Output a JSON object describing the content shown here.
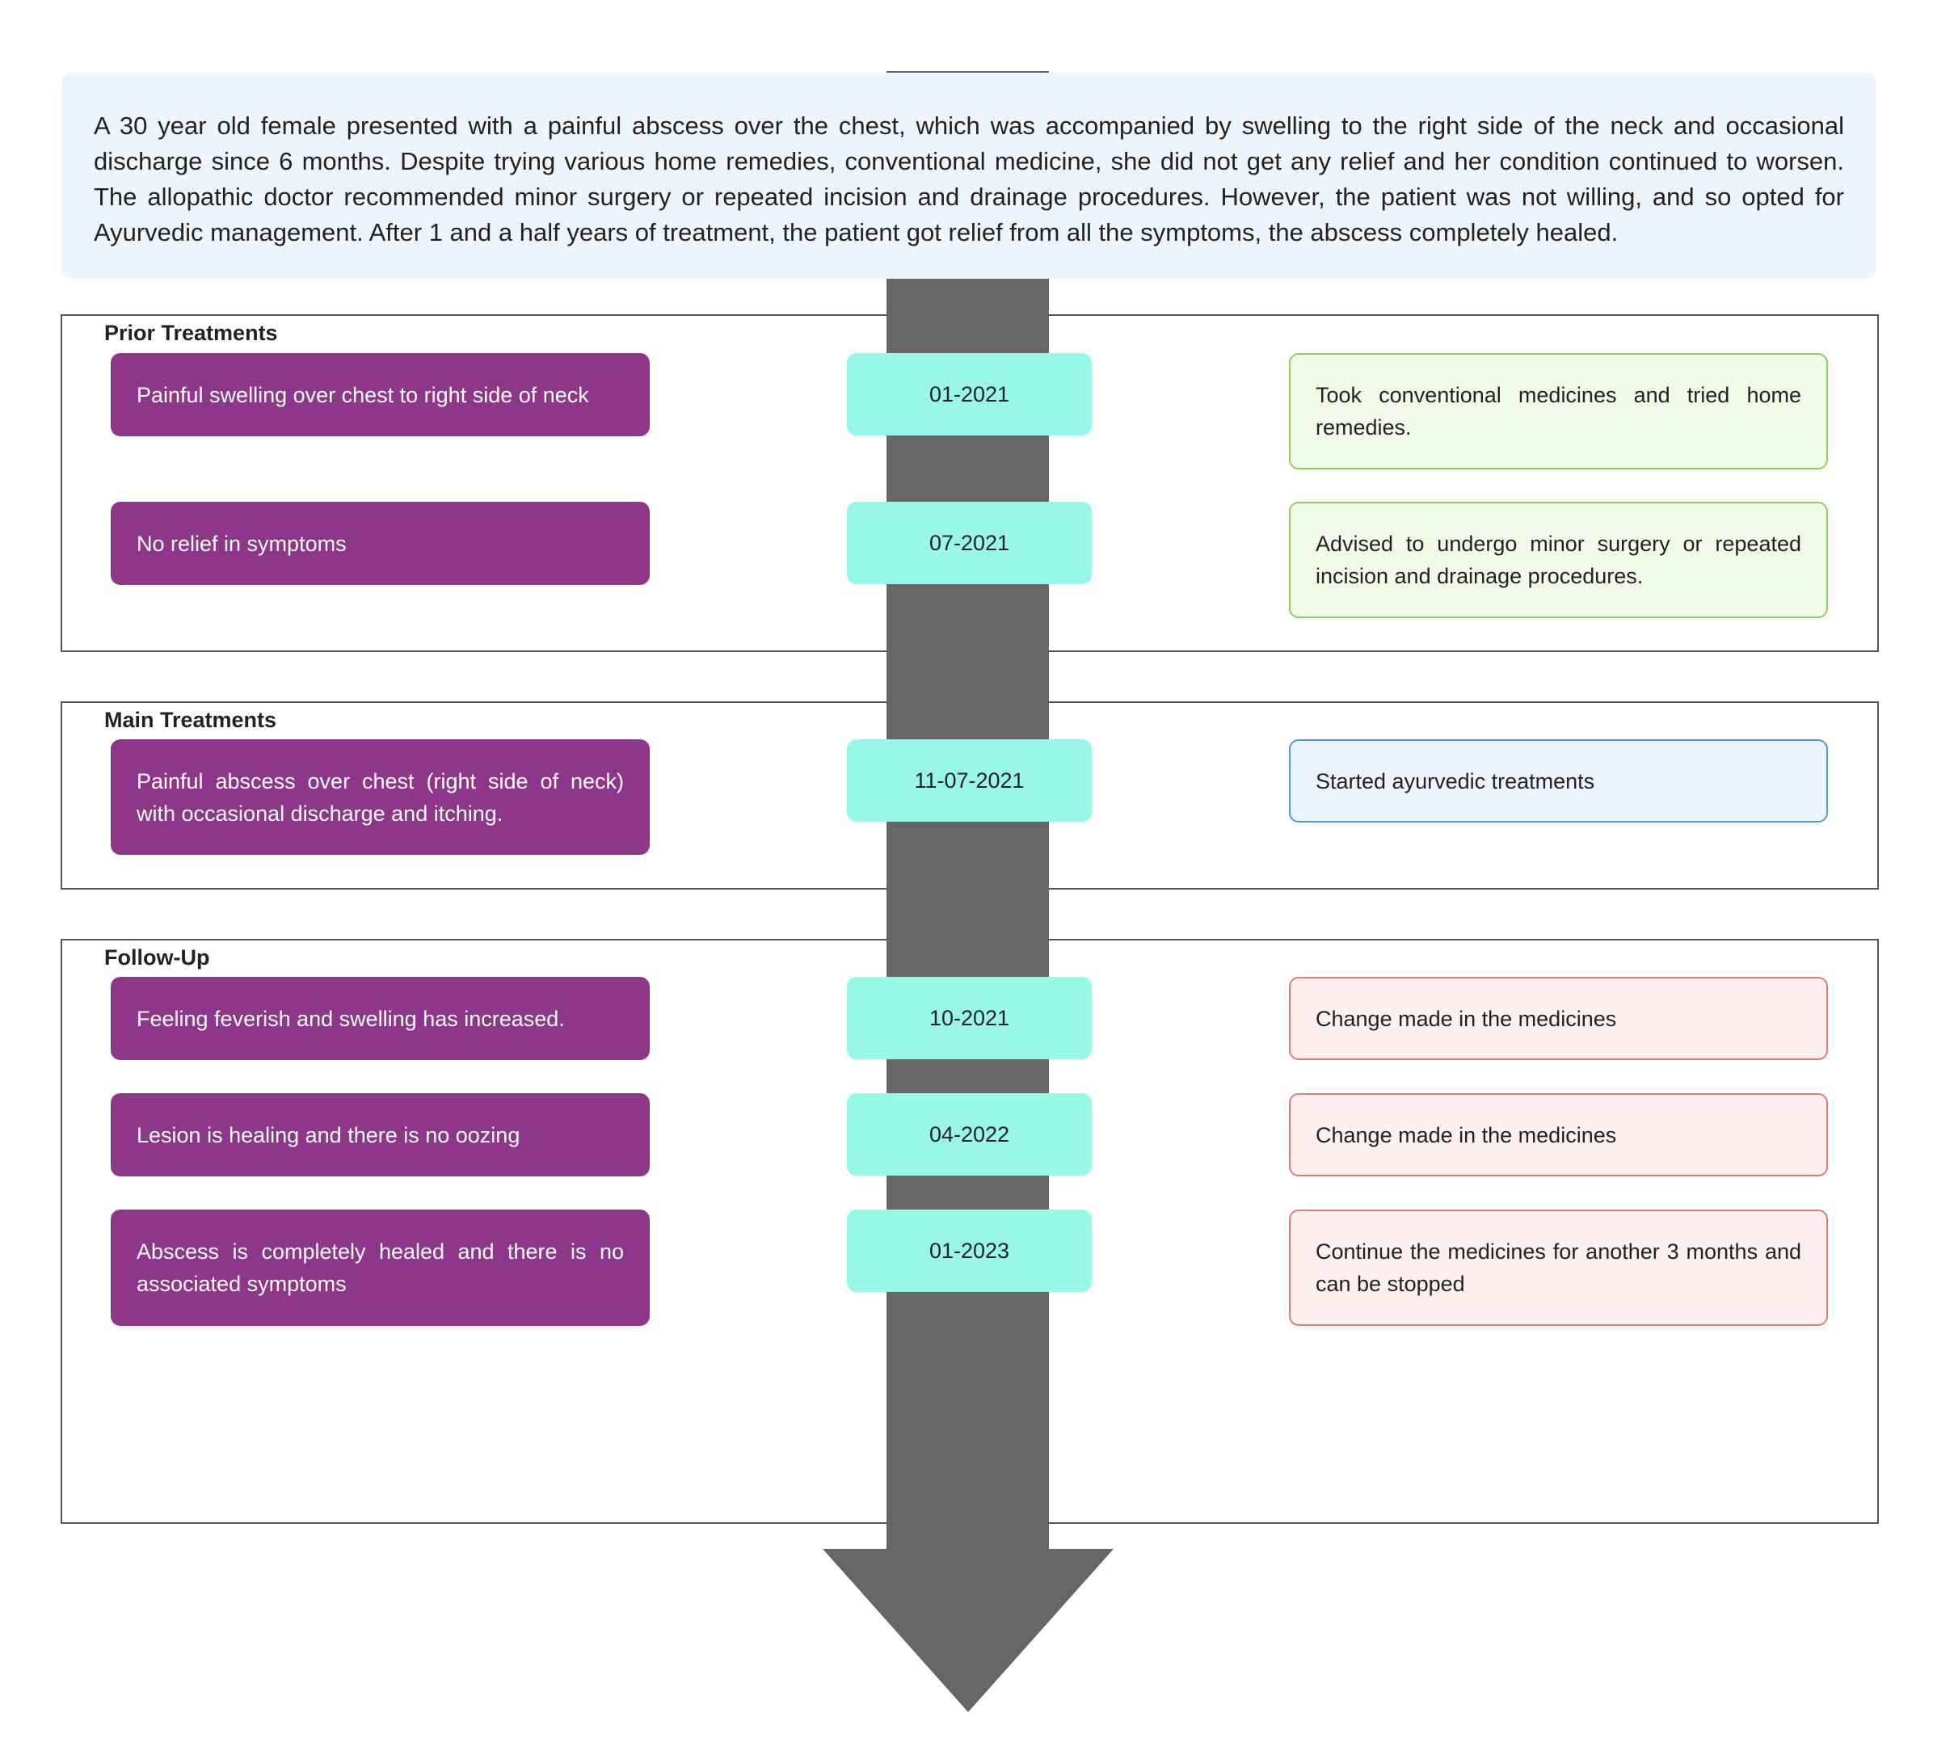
{
  "summary": "A 30 year old female presented with a painful abscess over the chest, which was accompanied by swelling to the right side of the neck and occasional discharge since 6 months. Despite trying various home remedies, conventional medicine, she did not get any relief and her condition continued to worsen. The allopathic doctor recommended minor surgery or repeated incision and drainage procedures. However, the patient was not willing, and so opted for Ayurvedic management. After 1 and a half years of treatment, the patient got relief from all the symptoms, the abscess completely healed.",
  "sections": [
    {
      "title": "Prior Treatments",
      "entries": [
        {
          "event": "Painful swelling over chest to right side of neck",
          "date": "01-2021",
          "action": "Took conventional medicines and tried home remedies."
        },
        {
          "event": "No relief in symptoms",
          "date": "07-2021",
          "action": "Advised to undergo minor surgery or repeated incision and drainage procedures."
        }
      ]
    },
    {
      "title": "Main Treatments",
      "entries": [
        {
          "event": "Painful abscess over chest (right side of neck) with occasional discharge and itching.",
          "date": "11-07-2021",
          "action": "Started ayurvedic treatments"
        }
      ]
    },
    {
      "title": "Follow-Up",
      "entries": [
        {
          "event": "Feeling feverish and swelling has increased.",
          "date": "10-2021",
          "action": "Change made in the medicines"
        },
        {
          "event": "Lesion is healing and there is no oozing",
          "date": "04-2022",
          "action": "Change made in the medicines"
        },
        {
          "event": "Abscess is completely healed and there is no associated symptoms",
          "date": "01-2023",
          "action": "Continue the medicines for another 3 months and can be stopped"
        }
      ]
    }
  ],
  "colors": {
    "event_bg": "#8e378a",
    "date_bg": "#98f7e8",
    "arrow": "#666666",
    "prior_action_bg": "#f0fbea",
    "main_action_bg": "#ecf4fd",
    "followup_action_bg": "#fdf0ef"
  }
}
